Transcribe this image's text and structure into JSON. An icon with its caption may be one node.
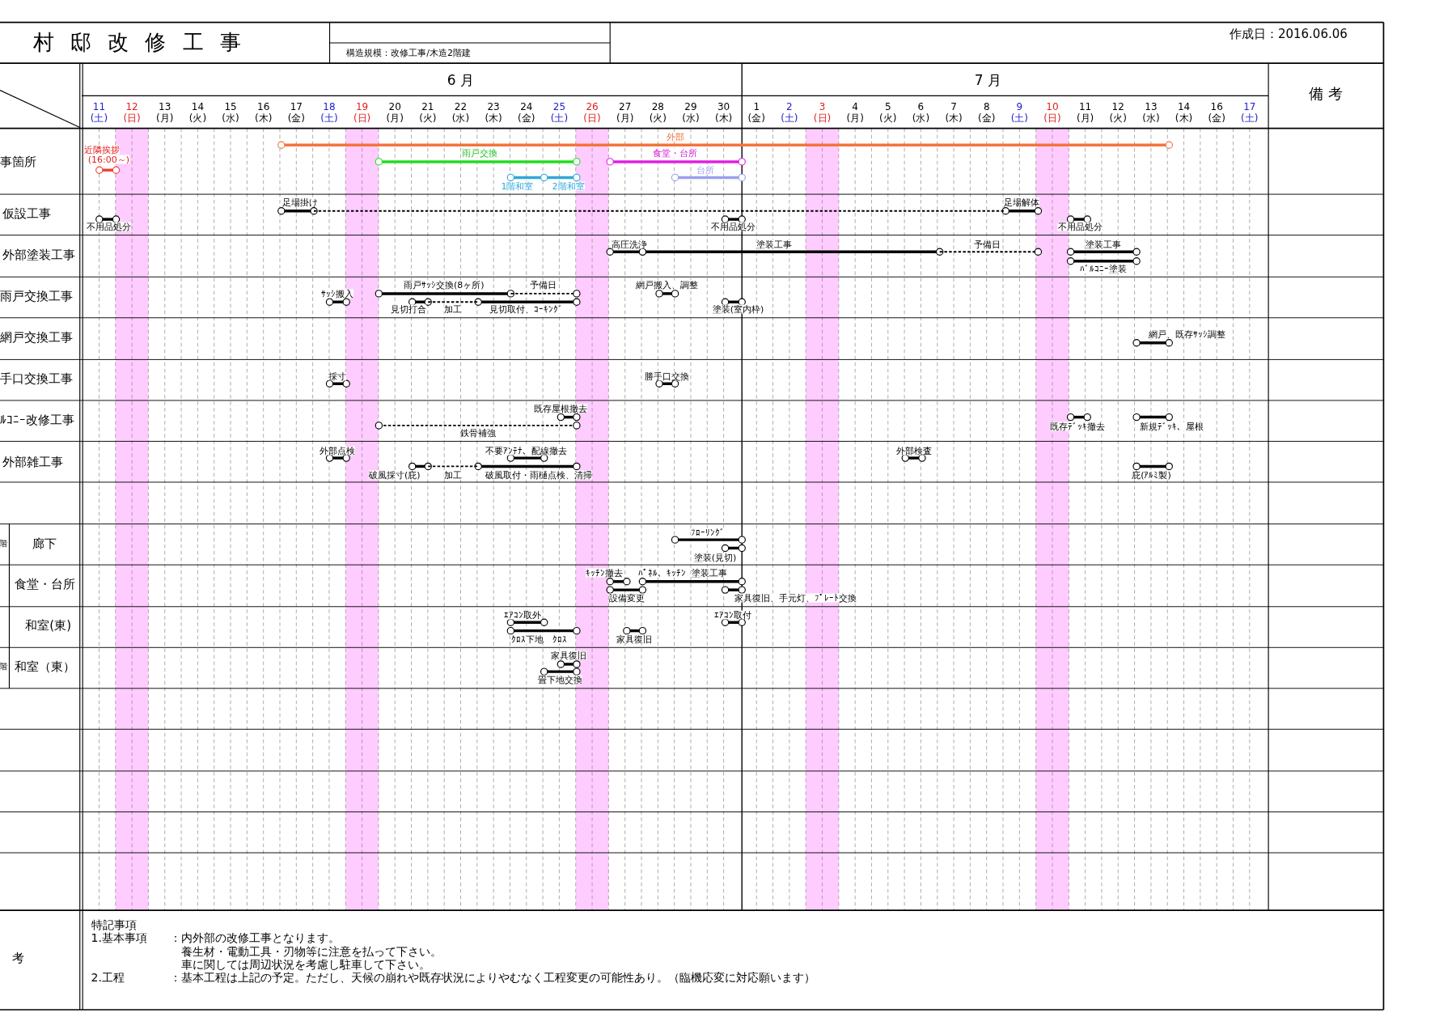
{
  "diagram": {
    "title": "村 邸 改 修 工 事",
    "labels": [
      "構造規模：改修工事/木造2階建",
      "作成日：2016.06.06",
      "6 月",
      "7 月",
      "備 考",
      "11",
      "12",
      "13",
      "14",
      "15",
      "16",
      "17",
      "18",
      "19",
      "20",
      "21",
      "22",
      "23",
      "24",
      "25",
      "26",
      "27",
      "28",
      "29",
      "30",
      "1",
      "2",
      "3",
      "4",
      "5",
      "6",
      "7",
      "8",
      "9",
      "10",
      "11",
      "12",
      "13",
      "14",
      "16",
      "17",
      "(土)",
      "(日)",
      "(月)",
      "(火)",
      "(水)",
      "(木)",
      "(金)",
      "(土)",
      "(日)",
      "(月)",
      "(火)",
      "(水)",
      "(木)",
      "(金)",
      "(土)",
      "(日)",
      "(月)",
      "(火)",
      "(水)",
      "(木)",
      "(金)",
      "(土)",
      "(日)",
      "(月)",
      "(火)",
      "(水)",
      "(木)",
      "(金)",
      "(土)",
      "(日)",
      "(月)",
      "(火)",
      "(水)",
      "(木)",
      "(金)",
      "(土)",
      "事箇所",
      "近隣挨拶",
      "(16:00～)",
      "外部",
      "雨戸交換",
      "食堂・台所",
      "台所",
      "1階和室",
      "2階和室",
      "仮設工事",
      "足場掛け",
      "足場解体",
      "不用品処分",
      "不用品処分",
      "不用品処分",
      "外部塗装工事",
      "高圧洗浄",
      "塗装工事",
      "予備日",
      "塗装工事",
      "ﾊﾞﾙｺﾆｰ塗装",
      "雨戸交換工事",
      "雨戸ｻｯｼ交換(8ヶ所)",
      "予備日",
      "網戸搬入、調整",
      "ｻｯｼ搬入",
      "見切打合",
      "加工",
      "見切取付、ｺｰｷﾝｸﾞ",
      "塗装(室内枠)",
      "網戸交換工事",
      "網戸、既存ｻｯｼ調整",
      "手口交換工事",
      "採寸",
      "勝手口交換",
      "ﾙｺﾆｰ改修工事",
      "既存屋根撤去",
      "既存ﾃﾞｯｷ撤去",
      "新規ﾃﾞｯｷ、屋根",
      "鉄骨補強",
      "外部雑工事",
      "外部点検",
      "不要ｱﾝﾃﾅ、配線撤去",
      "外部検査",
      "破風採寸(庇)",
      "加工",
      "破風取付・雨樋点検、清掃",
      "庇(ｱﾙﾐ製)",
      "階",
      "廊下",
      "ﾌﾛｰﾘﾝｸﾞ",
      "塗装(見切)",
      "食堂・台所",
      "ｷｯﾁﾝ撤去",
      "ﾊﾟﾈﾙ、ｷｯﾁﾝ",
      "塗装工事",
      "設備変更",
      "家具復旧、手元灯、ﾌﾟﾚｰﾄ交換",
      "和室(東)",
      "ｴｱｺﾝ取外",
      "ｴｱｺﾝ取付",
      "ｸﾛｽ下地",
      "ｸﾛｽ",
      "家具復旧",
      "階",
      "和室（東）",
      "家具復旧",
      "畳下地交換",
      "考",
      "特記事項",
      "1.基本事項",
      "：内外部の改修工事となります。",
      "養生材・電動工具・刃物等に注意を払って下さい。",
      "車に関しては周辺状況を考慮し駐車して下さい。",
      "2.工程",
      "：基本工程は上記の予定。ただし、天候の崩れや既存状況によりやむなく工程変更の可能性あり。（臨機応変に対応願います）"
    ]
  }
}
